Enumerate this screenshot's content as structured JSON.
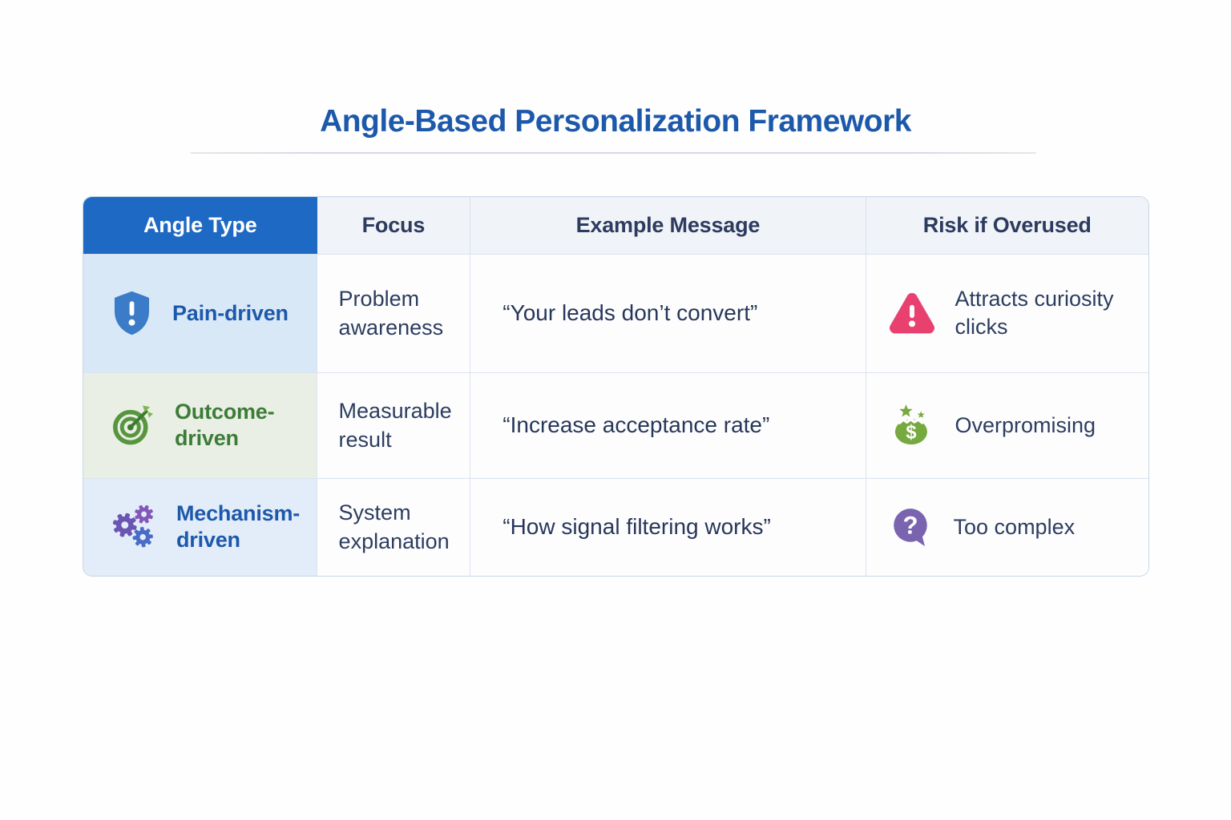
{
  "page": {
    "title": "Angle-Based Personalization Framework"
  },
  "colors": {
    "title": "#1d59ab",
    "angle_header_bg": "#1e69c3",
    "header_text": "#2c3b5e",
    "body_text": "#2c3d5f",
    "table_border": "#c7d6e8",
    "shield_blue": "#3a7cc7",
    "warning_pink": "#e8416f",
    "target_green": "#57953f",
    "money_bag_green": "#76a93f",
    "gear_purple": "#8257b8",
    "question_purple": "#7a64b0"
  },
  "table": {
    "headers": [
      {
        "label": "Angle Type"
      },
      {
        "label": "Focus"
      },
      {
        "label": "Example Message"
      },
      {
        "label": "Risk if Overused"
      }
    ],
    "rows": [
      {
        "angle": {
          "label": "Pain-driven",
          "icon": "shield-exclamation-icon",
          "color": "#1d59ab",
          "bg": "#d9e8f7"
        },
        "focus": "Problem awareness",
        "example": "“Your leads don’t convert”",
        "risk": {
          "label": "Attracts curiosity clicks",
          "icon": "warning-triangle-icon",
          "icon_color": "#e8416f"
        }
      },
      {
        "angle": {
          "label": "Outcome-driven",
          "icon": "target-arrow-icon",
          "color": "#3c7c38",
          "bg": "#e9efe4"
        },
        "focus": "Measurable result",
        "example": "“Increase acceptance rate”",
        "risk": {
          "label": "Overpromising",
          "icon": "money-bag-icon",
          "icon_color": "#76a93f"
        }
      },
      {
        "angle": {
          "label": "Mechanism-driven",
          "icon": "gears-icon",
          "color": "#1d59ab",
          "bg": "#e3ecf9"
        },
        "focus": "System explanation",
        "example": "“How signal filtering works”",
        "risk": {
          "label": "Too complex",
          "icon": "question-bubble-icon",
          "icon_color": "#7a64b0"
        }
      }
    ]
  }
}
